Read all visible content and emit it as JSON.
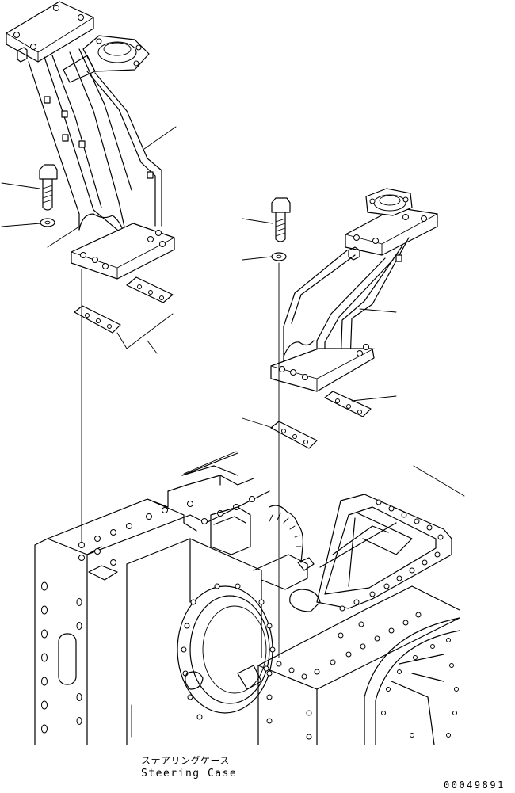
{
  "labels": {
    "japanese": "ステアリングケース",
    "english": "Steering Case"
  },
  "drawing_number": "00049891",
  "colors": {
    "line": "#000000",
    "background": "#ffffff"
  },
  "icons": [
    "mounting-bracket-icon",
    "bolt-icon",
    "washer-icon",
    "shim-icon",
    "steering-case-icon"
  ]
}
